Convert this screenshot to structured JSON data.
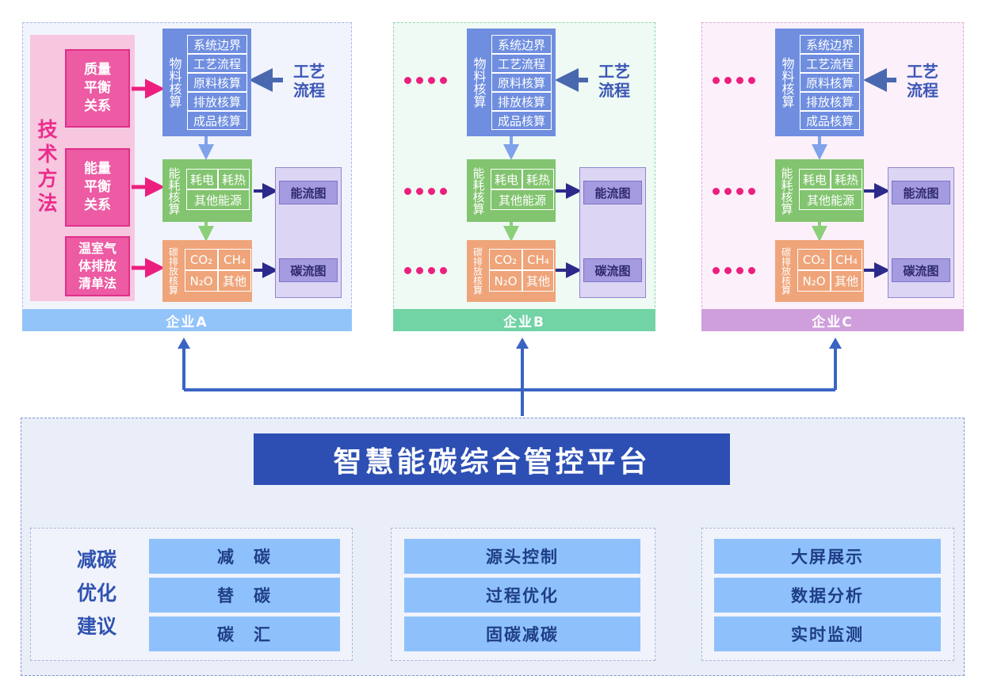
{
  "method": {
    "title": "技术方法",
    "items": [
      "质量\n平衡\n关系",
      "能量\n平衡\n关系",
      "温室气\n体排放\n清单法"
    ]
  },
  "material_accounting": {
    "label": "物料核算",
    "items": [
      "系统边界",
      "工艺流程",
      "原料核算",
      "排放核算",
      "成品核算"
    ]
  },
  "energy_accounting": {
    "label": "能耗核算",
    "cells": [
      "耗电",
      "耗热",
      "其他能源"
    ]
  },
  "carbon_accounting": {
    "label": "碳排放核算",
    "cells": [
      "CO₂",
      "CH₄",
      "N₂O",
      "其他"
    ]
  },
  "process_flow": "工艺\n流程",
  "energy_flow_chart": "能流图",
  "carbon_flow_chart": "碳流图",
  "enterprises": [
    "企业A",
    "企业B",
    "企业C"
  ],
  "colors": {
    "enterprise_a": "#93c4f9",
    "enterprise_b": "#72d3a5",
    "enterprise_c": "#cf9fdc",
    "platform": "#2d4fb3",
    "arrow_blue": "#3a64c4",
    "arrow_pink": "#ec1f7f",
    "arrow_navy": "#2b2a8a"
  },
  "platform": {
    "title": "智慧能碳综合管控平台"
  },
  "suggestions": {
    "title": "减碳\n优化\n建议",
    "items": [
      "减　碳",
      "替　碳",
      "碳　汇"
    ]
  },
  "control": {
    "items": [
      "源头控制",
      "过程优化",
      "固碳减碳"
    ]
  },
  "display": {
    "items": [
      "大屏展示",
      "数据分析",
      "实时监测"
    ]
  }
}
